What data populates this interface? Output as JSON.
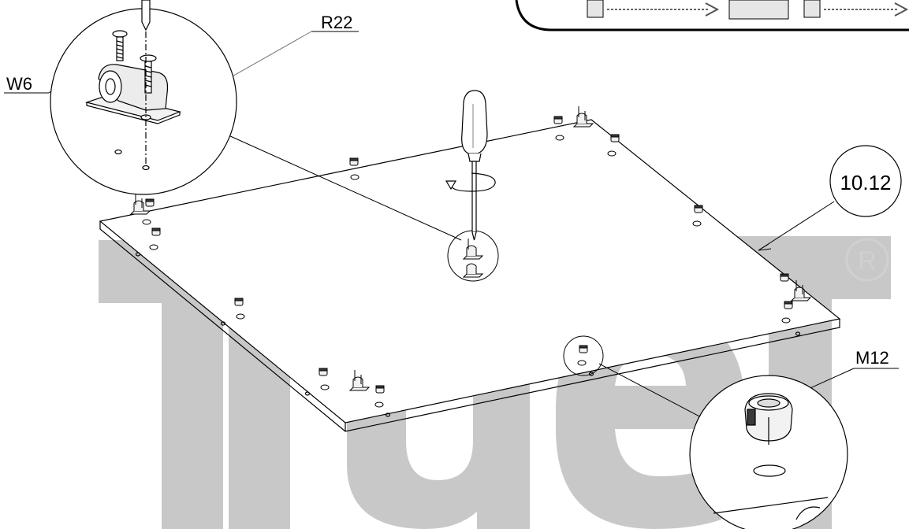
{
  "watermark": {
    "brand": "TrueT",
    "registered_mark": "R"
  },
  "labels": {
    "w6": "W6",
    "r22": "R22",
    "step": "10.12",
    "m12": "M12"
  },
  "colors": {
    "line": "#000000",
    "watermark": "#c8c8c8",
    "registered": "#d0d0d0",
    "hardware_fill": "#f2f2f2",
    "hardware_dark": "#3a3a3a"
  },
  "icons": {
    "tool": "screwdriver-icon",
    "rotation": "rotate-arrow-icon",
    "panel_top": "arrow-right-icon"
  }
}
